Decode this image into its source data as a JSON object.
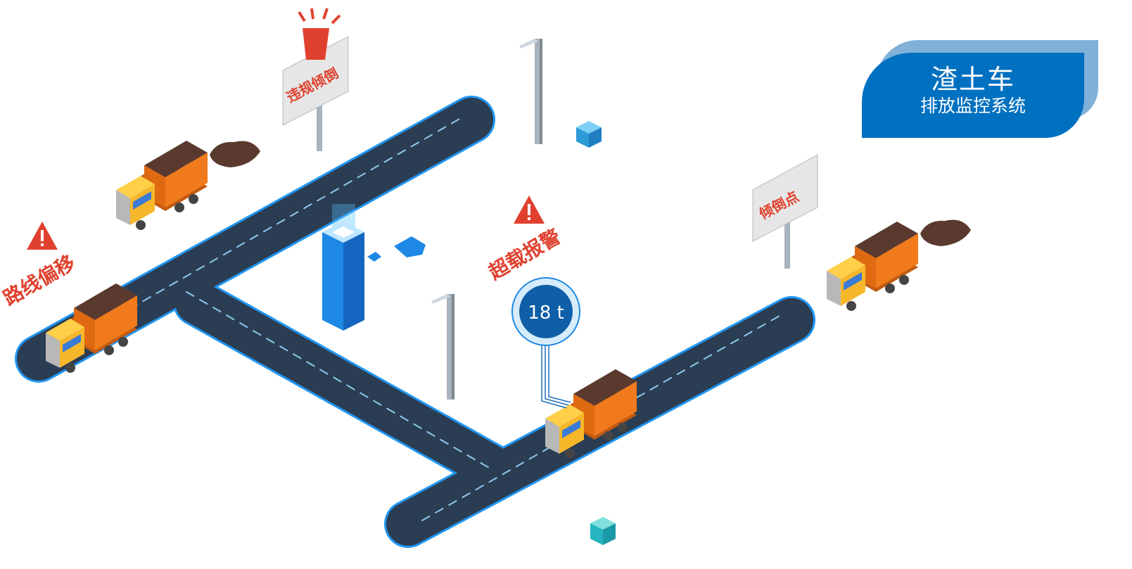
{
  "title": {
    "main": "渣土车",
    "sub": "排放监控系统"
  },
  "labels": {
    "route_deviation": "路线偏移",
    "overload_alarm": "超载报警",
    "illegal_dumping": "违规倾倒",
    "dump_point": "倾倒点"
  },
  "gauge": {
    "value": "18 t"
  },
  "colors": {
    "road": "#2b3d52",
    "road_edge": "#2196f3",
    "title_bg": "#0070c0",
    "alert": "#e0412f",
    "truck_cab": "#f7b72a",
    "truck_bed": "#f07a1c"
  }
}
